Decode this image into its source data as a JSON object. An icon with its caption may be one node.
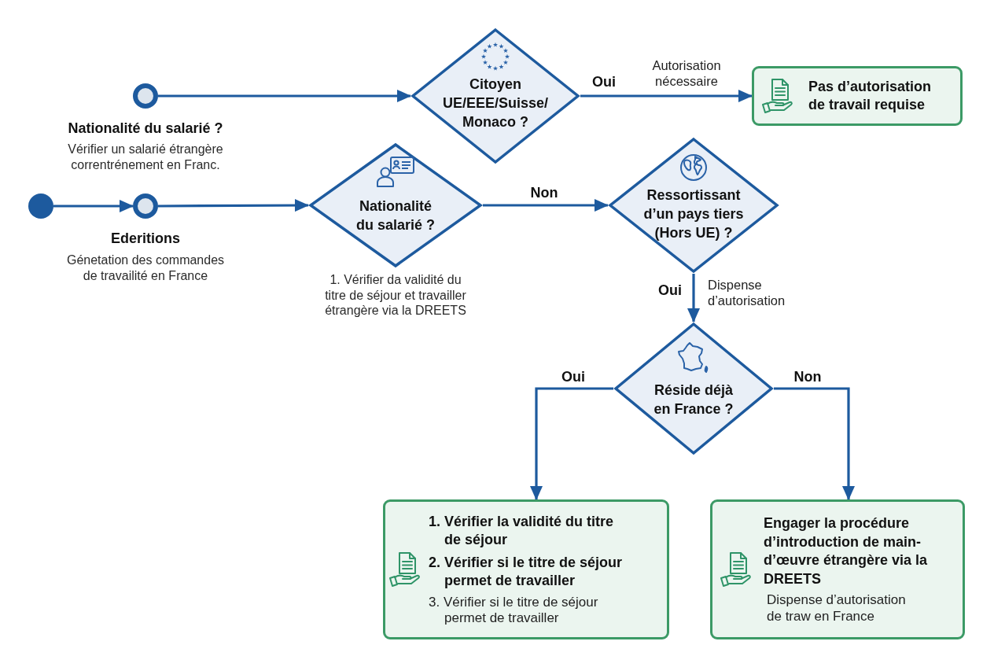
{
  "diagram": {
    "nodes": [
      {
        "text": [],
        "shape": "circle",
        "beside": [
          "Nationalité du salarié ?",
          "Vérifier un salarié étrangère correntrénement en Franc."
        ]
      },
      {
        "text": [
          "Citoyen UE/EEE/Suisse/ Monaco ?"
        ]
      },
      {
        "text": [
          "Pas d’autorisation de travail requise"
        ]
      },
      {
        "text": [],
        "shape": "circle"
      },
      {
        "text": [],
        "shape": "circle",
        "beside": [
          "Ederitions",
          "Génetation des commandes de travailité en France"
        ]
      },
      {
        "text": [
          "Nationalité du salarié ?"
        ],
        "beside": [
          "1. Vérifier da validité du titre de séjour et travailler étrangère via la DREETS"
        ]
      },
      {
        "text": [
          "Ressortissant d’un pays tiers (Hors UE) ?"
        ]
      },
      {
        "text": [
          "Réside déjà en France ?"
        ]
      },
      {
        "text": [
          "1. Vérifier la validité du titre de séjour",
          "2. Vérifier si le titre de séjour permet de travailler",
          "3. Vérifier si le titre de séjour permet de travailler"
        ]
      },
      {
        "text": [
          "Engager la procédure d’introduction de main-d’œuvre étrangère via la DREETS",
          "Dispense d’autorisation de traw en France"
        ]
      }
    ],
    "edges": [
      {
        "from": 0,
        "to": 1,
        "arrow": "to"
      },
      {
        "from": 1,
        "to": 2,
        "arrow": "to",
        "label": "Oui"
      },
      {
        "from": 3,
        "to": 4,
        "arrow": "to"
      },
      {
        "from": 4,
        "to": 5,
        "arrow": "to"
      },
      {
        "from": 5,
        "to": 6,
        "arrow": "to",
        "label": "Non"
      },
      {
        "from": 6,
        "to": 7,
        "arrow": "to",
        "label": "Oui"
      },
      {
        "from": 7,
        "to": 8,
        "arrow": "to",
        "label": "Oui"
      },
      {
        "from": 7,
        "to": 9,
        "arrow": "to",
        "label": "Non"
      }
    ],
    "labels": [
      "Autorisation nécessaire",
      "Dispense d’autorisation"
    ]
  }
}
